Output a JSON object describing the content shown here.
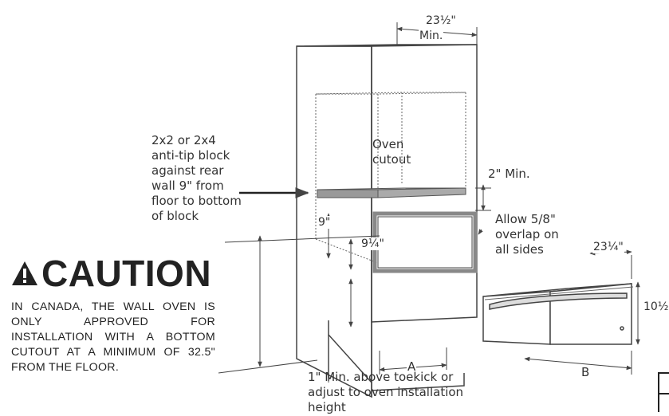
{
  "labels": {
    "depth_min_value": "23½\"",
    "depth_min_unit": "Min.",
    "anti_tip": "2x2 or 2x4\nanti-tip block\nagainst rear\nwall 9\" from\nfloor to bottom\nof block",
    "oven_cutout": "Oven\ncutout",
    "two_min": "2\" Min.",
    "allow_overlap": "Allow 5/8\"\noverlap on\nall sides",
    "nine": "9\"",
    "nine_quarter": "9¼\"",
    "dim_a": "A",
    "dim_b": "B",
    "drawer_depth": "23¼\"",
    "drawer_height": "10½\"",
    "toekick_note": "1\" Min. above toekick or\nadjust to oven installation\nheight"
  },
  "caution": {
    "title": "CAUTION",
    "text": "IN CANADA, THE WALL OVEN IS ONLY APPROVED FOR INSTALLATION WITH A BOTTOM CUTOUT AT A MINIMUM OF 32.5\" FROM THE FLOOR."
  },
  "icons": {
    "warning": "warning-triangle-icon"
  }
}
